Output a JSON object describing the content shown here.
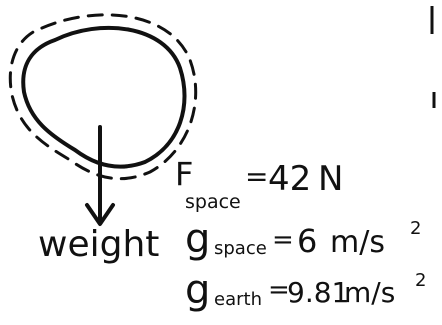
{
  "colors": {
    "ink": "#111111",
    "background": "#ffffff"
  },
  "blob": {
    "outline": "solid",
    "halo": "dashed"
  },
  "arrow": {
    "label": "weight"
  },
  "equations": [
    {
      "symbol": "F",
      "subscript": "space",
      "equals": "=",
      "value": "42",
      "unit": "N",
      "unit_exp": ""
    },
    {
      "symbol": "g",
      "subscript": "space",
      "equals": "=",
      "value": "6",
      "unit": "m/s",
      "unit_exp": "2"
    },
    {
      "symbol": "g",
      "subscript": "earth",
      "equals": "=",
      "value": "9.81",
      "unit": "m/s",
      "unit_exp": "2"
    }
  ]
}
